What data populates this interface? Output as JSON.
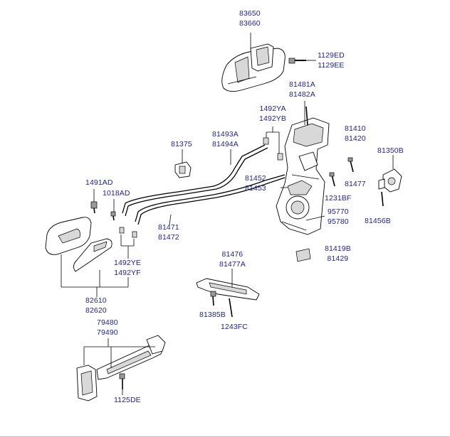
{
  "diagram": {
    "callouts": {
      "c83650": [
        "83650",
        "83660"
      ],
      "c1129": [
        "1129ED",
        "1129EE"
      ],
      "c81481": [
        "81481A",
        "81482A"
      ],
      "c1492y": [
        "1492YA",
        "1492YB"
      ],
      "c81410": [
        "81410",
        "81420"
      ],
      "c81350": [
        "81350B"
      ],
      "c81375": [
        "81375"
      ],
      "c81493": [
        "81493A",
        "81494A"
      ],
      "c81452": [
        "81452",
        "81453"
      ],
      "c81477": [
        "81477"
      ],
      "c1231": [
        "1231BF"
      ],
      "c1491": [
        "1491AD"
      ],
      "c1018": [
        "1018AD"
      ],
      "c95770": [
        "95770",
        "95780"
      ],
      "c81456": [
        "81456B"
      ],
      "c81471": [
        "81471",
        "81472"
      ],
      "c1492ye": [
        "1492YE",
        "1492YF"
      ],
      "c81419": [
        "81419B",
        "81429"
      ],
      "c81476": [
        "81476",
        "81477A"
      ],
      "c82610": [
        "82610",
        "82620"
      ],
      "c81385": [
        "81385B"
      ],
      "c1243": [
        "1243FC"
      ],
      "c79480": [
        "79480",
        "79490"
      ],
      "c1125": [
        "1125DE"
      ]
    }
  }
}
